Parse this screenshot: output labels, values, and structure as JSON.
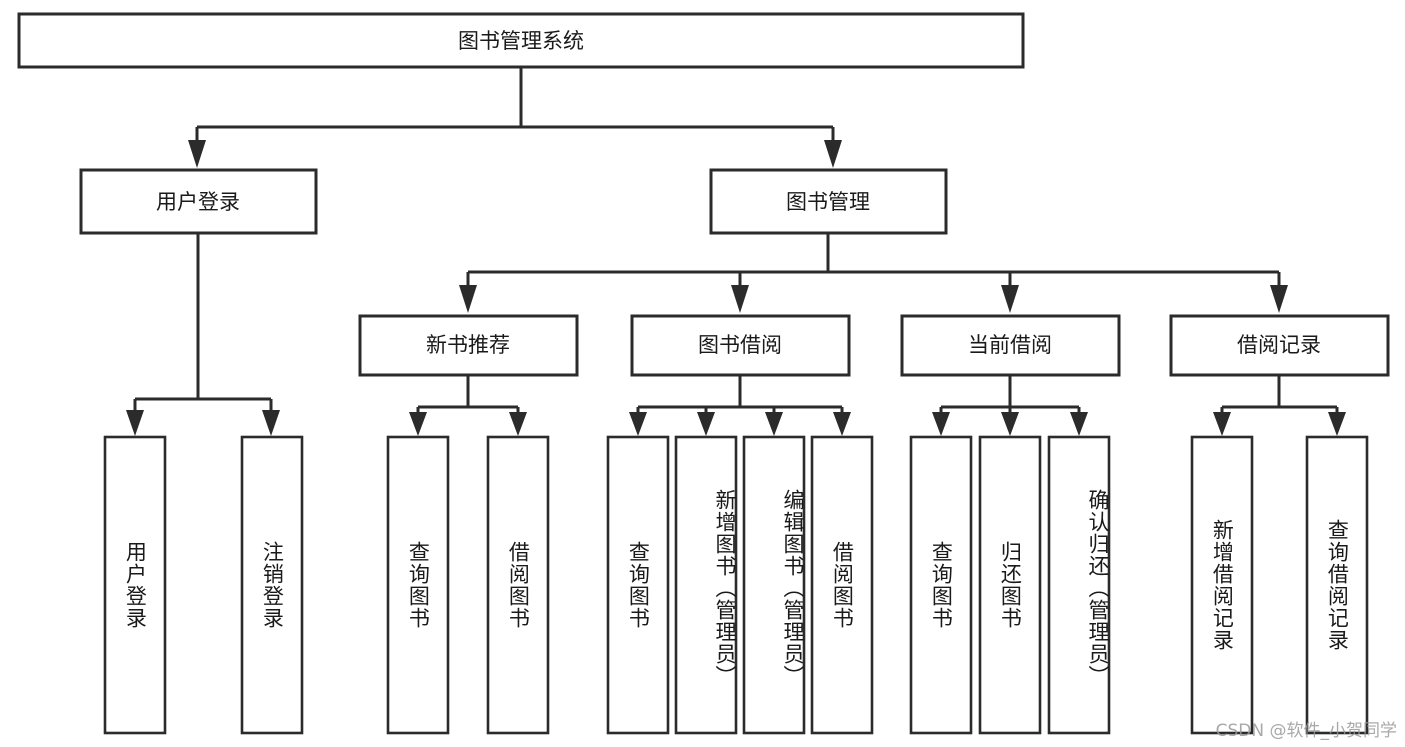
{
  "diagram": {
    "type": "tree",
    "title": "图书管理系统",
    "watermark": "CSDN @软件_小贺同学",
    "colors": {
      "box_stroke": "#2b2b2b",
      "box_fill": "#ffffff",
      "text": "#1a1a1a",
      "background": "#ffffff",
      "watermark": "#9a9a9a"
    },
    "levels": {
      "root": {
        "label": "图书管理系统"
      },
      "level2": [
        {
          "label": "用户登录"
        },
        {
          "label": "图书管理"
        }
      ],
      "level3": [
        {
          "label": "新书推荐"
        },
        {
          "label": "图书借阅"
        },
        {
          "label": "当前借阅"
        },
        {
          "label": "借阅记录"
        }
      ]
    },
    "leaves": {
      "user_login": [
        {
          "label": "用户登录"
        },
        {
          "label": "注销登录"
        }
      ],
      "new_book_recommend": [
        {
          "label": "查询图书"
        },
        {
          "label": "借阅图书"
        }
      ],
      "book_borrow": [
        {
          "label": "查询图书"
        },
        {
          "label": "新增图书（管理员）"
        },
        {
          "label": "编辑图书（管理员）"
        },
        {
          "label": "借阅图书"
        }
      ],
      "current_borrow": [
        {
          "label": "查询图书"
        },
        {
          "label": "归还图书"
        },
        {
          "label": "确认归还（管理员）"
        }
      ],
      "borrow_record": [
        {
          "label": "新增借阅记录"
        },
        {
          "label": "查询借阅记录"
        }
      ]
    }
  }
}
